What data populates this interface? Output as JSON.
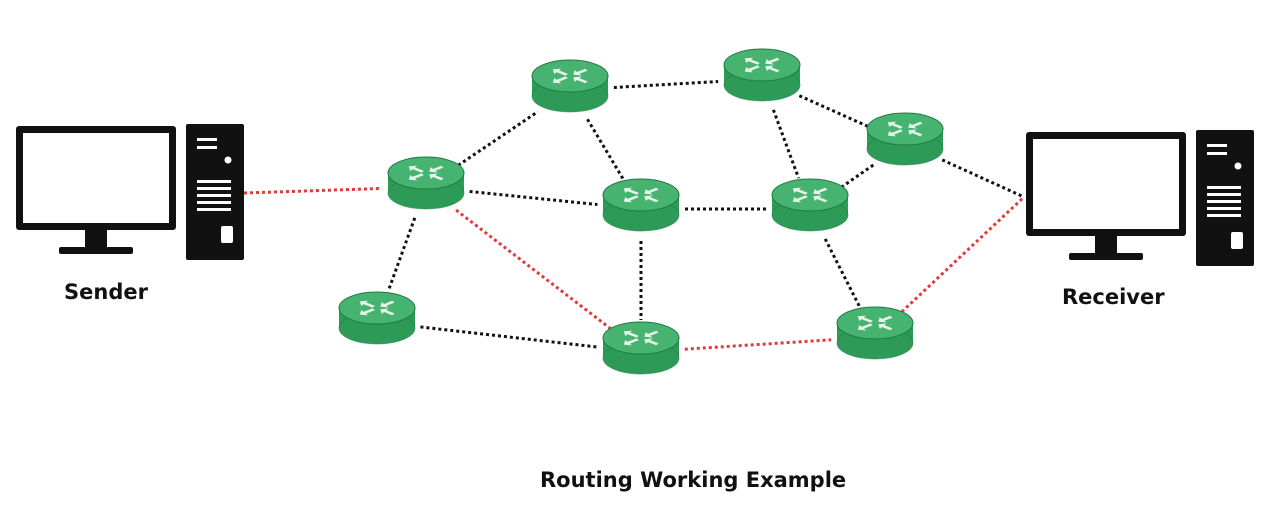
{
  "labels": {
    "sender": "Sender",
    "receiver": "Receiver",
    "caption": "Routing Working Example"
  },
  "colors": {
    "router_body": "#2e9a58",
    "router_top": "#47b370",
    "router_edge": "#1f7a43",
    "router_arrows": "#e6f4ea",
    "link_normal": "#111111",
    "link_route": "#e23a3a",
    "monitor": "#111111",
    "tower": "#111111"
  },
  "nodes": [
    {
      "id": "sender",
      "kind": "computer",
      "name": "sender-computer"
    },
    {
      "id": "receiver",
      "kind": "computer",
      "name": "receiver-computer"
    },
    {
      "id": "r1",
      "kind": "router",
      "name": "router-entry"
    },
    {
      "id": "r2",
      "kind": "router",
      "name": "router-top-left"
    },
    {
      "id": "r3",
      "kind": "router",
      "name": "router-top-center"
    },
    {
      "id": "r4",
      "kind": "router",
      "name": "router-top-right"
    },
    {
      "id": "r5",
      "kind": "router",
      "name": "router-middle-left"
    },
    {
      "id": "r6",
      "kind": "router",
      "name": "router-middle-right"
    },
    {
      "id": "r7",
      "kind": "router",
      "name": "router-bottom-left"
    },
    {
      "id": "r8",
      "kind": "router",
      "name": "router-bottom-center"
    },
    {
      "id": "r9",
      "kind": "router",
      "name": "router-bottom-right"
    }
  ],
  "links": [
    {
      "from": "sender",
      "to": "r1",
      "route": true
    },
    {
      "from": "r1",
      "to": "r2",
      "route": false
    },
    {
      "from": "r1",
      "to": "r5",
      "route": false
    },
    {
      "from": "r1",
      "to": "r7",
      "route": false
    },
    {
      "from": "r1",
      "to": "r8",
      "route": true
    },
    {
      "from": "r2",
      "to": "r3",
      "route": false
    },
    {
      "from": "r2",
      "to": "r5",
      "route": false
    },
    {
      "from": "r3",
      "to": "r4",
      "route": false
    },
    {
      "from": "r3",
      "to": "r6",
      "route": false
    },
    {
      "from": "r4",
      "to": "receiver",
      "route": false
    },
    {
      "from": "r4",
      "to": "r6",
      "route": false
    },
    {
      "from": "r5",
      "to": "r6",
      "route": false
    },
    {
      "from": "r5",
      "to": "r8",
      "route": false
    },
    {
      "from": "r6",
      "to": "r9",
      "route": false
    },
    {
      "from": "r7",
      "to": "r8",
      "route": false
    },
    {
      "from": "r8",
      "to": "r9",
      "route": true
    },
    {
      "from": "r9",
      "to": "receiver",
      "route": true
    }
  ]
}
